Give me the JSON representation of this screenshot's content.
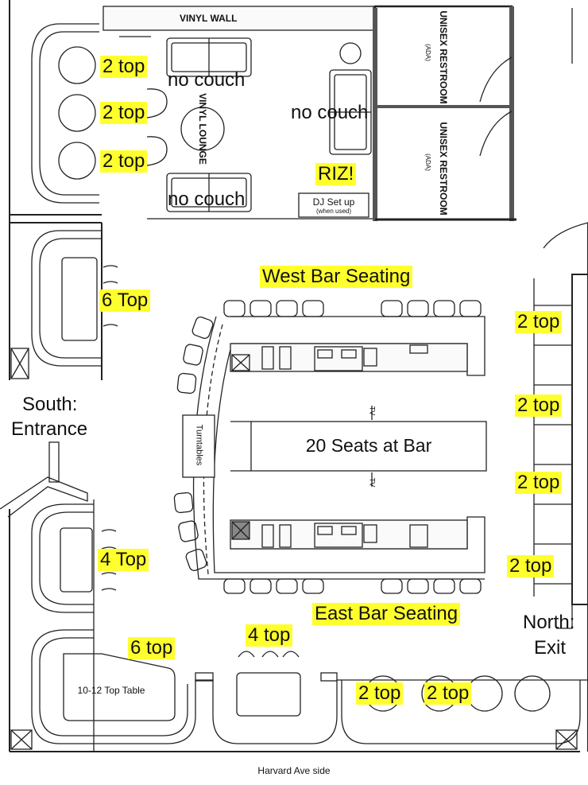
{
  "areas": {
    "vinyl_wall": "VINYL WALL",
    "vinyl_lounge": "VINYL LOUNGE",
    "restroom_1": "UNISEX RESTROOM",
    "restroom_1_sub": "(ADA)",
    "restroom_2": "UNISEX RESTROOM",
    "restroom_2_sub": "(ADA)",
    "dj_setup": "DJ Set up",
    "dj_setup_sub": "(when used)",
    "turntables": "Turntables",
    "bar_center": "20 Seats at Bar",
    "tv_1": "TV",
    "tv_2": "TV",
    "table_large": "10-12 Top Table",
    "street_side": "Harvard Ave side"
  },
  "notes": {
    "no_couch_1": "no couch",
    "no_couch_2": "no couch",
    "no_couch_3": "no couch",
    "riz": "RIZ!",
    "south_entrance_1": "South:",
    "south_entrance_2": "Entrance",
    "north_exit_1": "North:",
    "north_exit_2": "Exit"
  },
  "seating": {
    "lounge_2top_a": "2 top",
    "lounge_2top_b": "2 top",
    "lounge_2top_c": "2 top",
    "booth_6top": "6 Top",
    "west_bar": "West Bar Seating",
    "east_bar": "East Bar Seating",
    "north_2top_a": "2 top",
    "north_2top_b": "2 top",
    "north_2top_c": "2 top",
    "north_2top_d": "2 top",
    "booth_4top": "4 Top",
    "corner_6top": "6 top",
    "window_4top": "4 top",
    "front_2top_a": "2 top",
    "front_2top_b": "2 top"
  },
  "colors": {
    "highlight": "#ffff2e",
    "line": "#222222",
    "fill": "#fafafa"
  }
}
